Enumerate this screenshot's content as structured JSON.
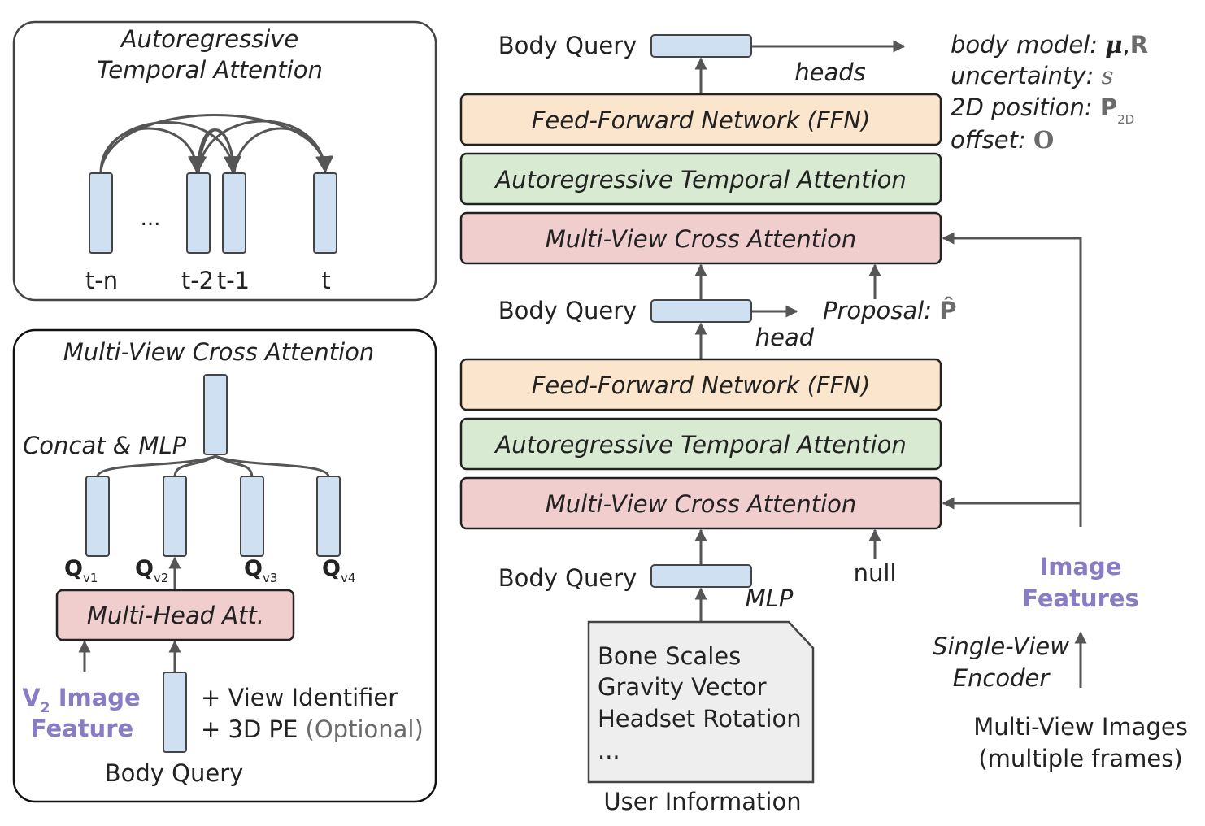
{
  "ar_panel": {
    "title_line1": "Autoregressive",
    "title_line2": "Temporal Attention",
    "labels": [
      "t-n",
      "t-2",
      "t-1",
      "t"
    ],
    "ellipsis": "..."
  },
  "mv_panel": {
    "title": "Multi-View Cross Attention",
    "concat_label": "Concat & MLP",
    "q_symbol": "Q",
    "q_subscripts": [
      "v1",
      "v2",
      "v3",
      "v4"
    ],
    "mha_label": "Multi-Head Att.",
    "v2_line1_prefix": "V",
    "v2_line1_sub": "2",
    "v2_line1_suffix": " Image",
    "v2_line2": "Feature",
    "view_identifier": "+ View Identifier",
    "pe_prefix": "+ 3D PE ",
    "pe_optional": "(Optional)",
    "body_query": "Body Query"
  },
  "main": {
    "body_query": "Body Query",
    "blocks": {
      "ffn": "Feed-Forward Network (FFN)",
      "temporal": "Autoregressive Temporal Attention",
      "cross": "Multi-View Cross Attention"
    },
    "heads": "heads",
    "head": "head",
    "mlp": "MLP",
    "null_label": "null",
    "proposal_prefix": "Proposal: ",
    "proposal_symbol": "P̂",
    "outputs": {
      "body_model_label": "body model: ",
      "body_model_mu": "μ",
      "body_model_sep": ",",
      "body_model_r": "R",
      "uncertainty_label": "uncertainty: ",
      "uncertainty_sym": "s",
      "position_label": "2D position: ",
      "position_sym": "P",
      "position_sub": "2D",
      "offset_label": "offset: ",
      "offset_sym": "O"
    },
    "user_info_lines": [
      "Bone Scales",
      "Gravity Vector",
      "Headset Rotation",
      "..."
    ],
    "user_info_caption": "User Information",
    "image_features_line1": "Image",
    "image_features_line2": "Features",
    "encoder_line1": "Single-View",
    "encoder_line2": "Encoder",
    "images_line1": "Multi-View Images",
    "images_line2": "(multiple frames)"
  },
  "colors": {
    "query": "#d0e0f3",
    "ffn": "#fce5cd",
    "temporal": "#d9ead3",
    "cross": "#f0cece",
    "doc": "#eeeeee",
    "arrow": "#555555",
    "accent": "#8a7cc3"
  }
}
